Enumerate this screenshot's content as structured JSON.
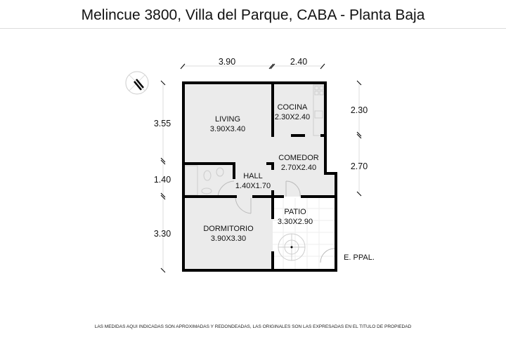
{
  "title": "Melincue 3800, Villa del Parque, CABA - Planta Baja",
  "footer_note": "LAS MEDIDAS AQUI INDICADAS SON APROXIMADAS Y REDONDEADAS, LAS ORIGINALES SON LAS EXPRESADAS EN EL TITULO DE PROPIEDAD",
  "dimensions": {
    "top": [
      "3.90",
      "2.40"
    ],
    "left": [
      "3.55",
      "1.40",
      "3.30"
    ],
    "right": [
      "2.30",
      "2.70"
    ]
  },
  "rooms": [
    {
      "name": "LIVING",
      "size": "3.90X3.40"
    },
    {
      "name": "COCINA",
      "size": "2.30X2.40"
    },
    {
      "name": "COMEDOR",
      "size": "2.70X2.40"
    },
    {
      "name": "HALL",
      "size": "1.40X1.70"
    },
    {
      "name": "PATIO",
      "size": "3.30X2.90"
    },
    {
      "name": "DORMITORIO",
      "size": "3.90X3.30"
    }
  ],
  "entrance_label": "E. PPAL.",
  "icons": [
    "compass-north-icon",
    "spiral-stair-icon",
    "door-swing-icon"
  ]
}
